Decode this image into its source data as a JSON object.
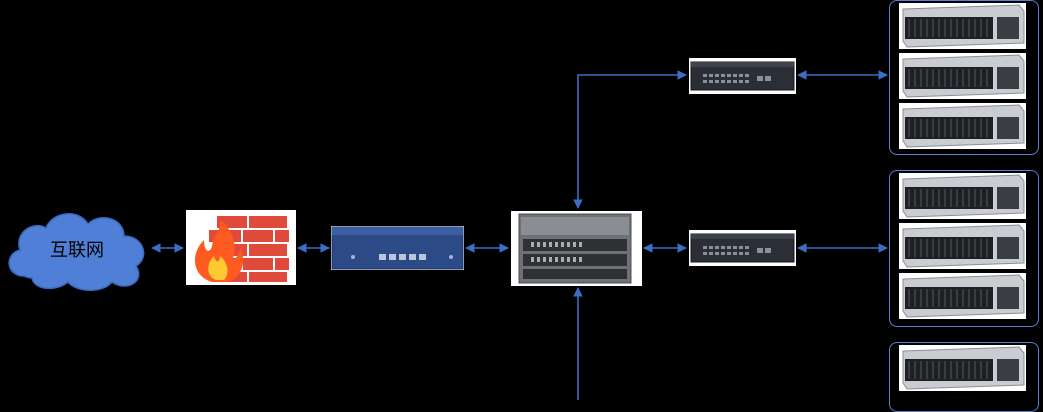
{
  "diagram": {
    "cloud": {
      "label": "互联网",
      "icon": "cloud-icon"
    },
    "firewall": {
      "icon": "firewall-icon"
    },
    "router": {
      "icon": "router-icon"
    },
    "core_switch": {
      "icon": "core-switch-icon"
    },
    "access_switches": [
      {
        "icon": "access-switch-icon"
      },
      {
        "icon": "access-switch-icon"
      }
    ],
    "server_groups": [
      {
        "servers": 3,
        "icon": "rack-server-icon"
      },
      {
        "servers": 3,
        "icon": "rack-server-icon"
      },
      {
        "servers": 1,
        "icon": "rack-server-icon"
      }
    ],
    "colors": {
      "link": "#3a6fc4",
      "background": "#000000",
      "group_border": "#5b7fd4"
    }
  }
}
